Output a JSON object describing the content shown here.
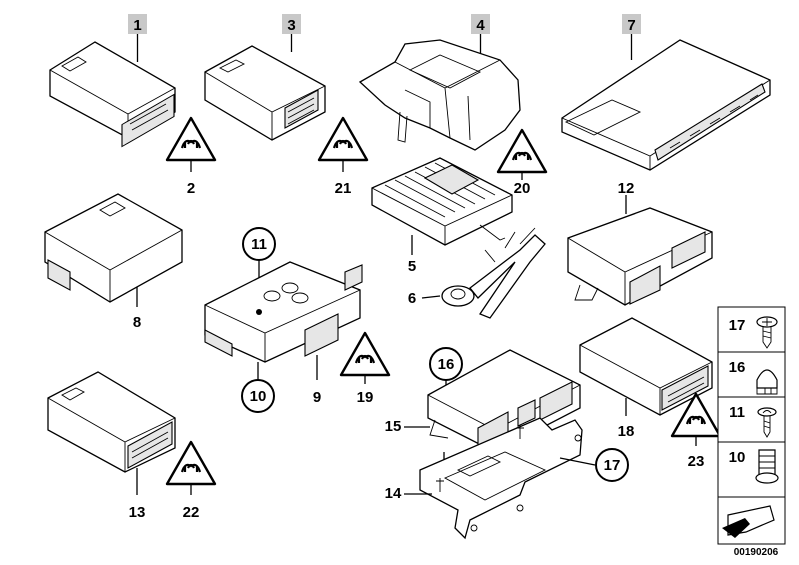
{
  "header_labels": {
    "p1": "1",
    "p3": "3",
    "p4": "4",
    "p7": "7"
  },
  "labels": {
    "p2": "2",
    "p21": "21",
    "p20": "20",
    "p5": "5",
    "p12": "12",
    "p8": "8",
    "p6": "6",
    "p11": "11",
    "p10": "10",
    "p9": "9",
    "p19": "19",
    "p16": "16",
    "p15": "15",
    "p14": "14",
    "p17c": "17",
    "p18": "18",
    "p23": "23",
    "p13": "13",
    "p22": "22"
  },
  "legend": {
    "items": [
      "17",
      "16",
      "11",
      "10"
    ]
  },
  "caption": "00190206",
  "colors": {
    "header_bg": "#c8c8c8",
    "line": "#000000",
    "shade": "#e6e6e6"
  },
  "icons": [
    "warning-triangle-icon",
    "screw-icon",
    "cap-nut-icon",
    "rivet-icon",
    "stud-icon",
    "arrow-icon"
  ]
}
